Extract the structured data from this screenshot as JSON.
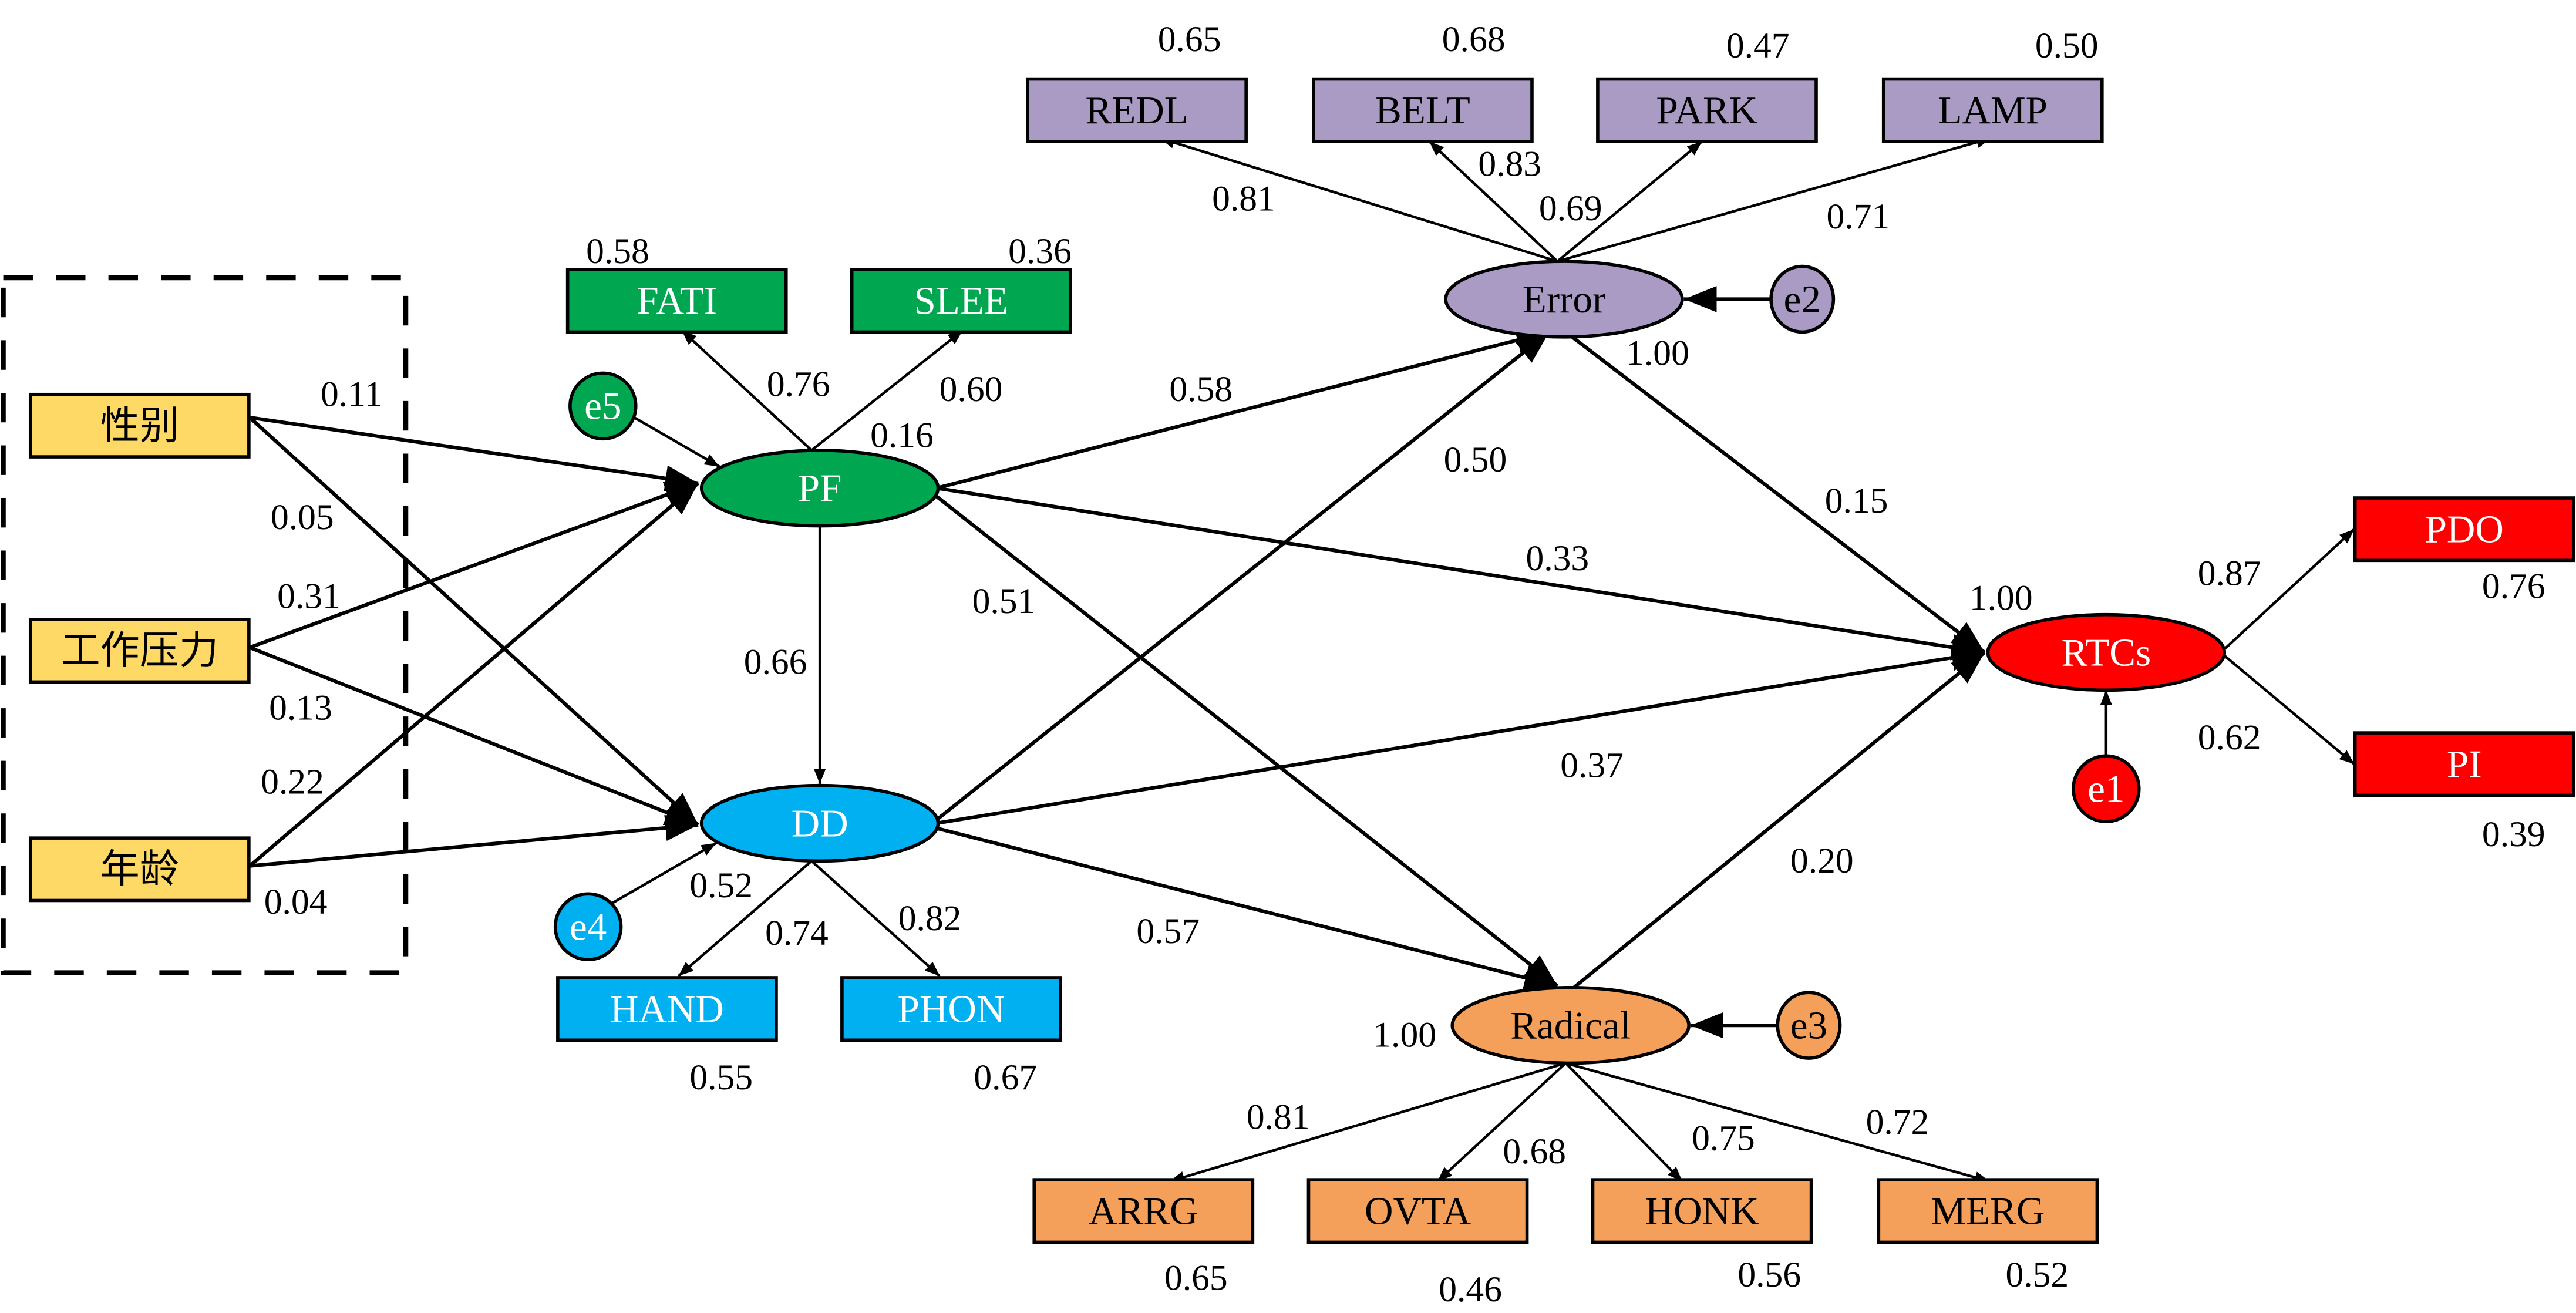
{
  "colors": {
    "control": "#FFD966",
    "pf": "#00A650",
    "dd": "#00B0F0",
    "error": "#A99BC4",
    "radical": "#F4A05A",
    "rtcs": "#FF0000",
    "stroke": "#000000"
  },
  "nodes": {
    "gender": {
      "label": "性别"
    },
    "work_pressure": {
      "label": "工作压力"
    },
    "age": {
      "label": "年龄"
    },
    "pf": {
      "label": "PF"
    },
    "dd": {
      "label": "DD"
    },
    "error": {
      "label": "Error"
    },
    "radical": {
      "label": "Radical"
    },
    "rtcs": {
      "label": "RTCs"
    },
    "e1": {
      "label": "e1"
    },
    "e2": {
      "label": "e2"
    },
    "e3": {
      "label": "e3"
    },
    "e4": {
      "label": "e4"
    },
    "e5": {
      "label": "e5"
    },
    "fati": {
      "label": "FATI",
      "r2": "0.58"
    },
    "slee": {
      "label": "SLEE",
      "r2": "0.36"
    },
    "hand": {
      "label": "HAND",
      "r2": "0.55"
    },
    "phon": {
      "label": "PHON",
      "r2": "0.67"
    },
    "redl": {
      "label": "REDL",
      "r2": "0.65"
    },
    "belt": {
      "label": "BELT",
      "r2": "0.68"
    },
    "park": {
      "label": "PARK",
      "r2": "0.47"
    },
    "lamp": {
      "label": "LAMP",
      "r2": "0.50"
    },
    "arrg": {
      "label": "ARRG",
      "r2": "0.65"
    },
    "ovta": {
      "label": "OVTA",
      "r2": "0.46"
    },
    "honk": {
      "label": "HONK",
      "r2": "0.56"
    },
    "merg": {
      "label": "MERG",
      "r2": "0.52"
    },
    "pdo": {
      "label": "PDO",
      "r2": "0.76"
    },
    "pi": {
      "label": "PI",
      "r2": "0.39"
    }
  },
  "latent_r2": {
    "pf": "0.16",
    "dd": "0.52",
    "error": "1.00",
    "radical": "1.00",
    "rtcs": "1.00"
  },
  "paths": [
    {
      "from": "gender",
      "to": "pf",
      "coef": "0.11"
    },
    {
      "from": "gender",
      "to": "dd",
      "coef": "0.05"
    },
    {
      "from": "work_pressure",
      "to": "pf",
      "coef": "0.31"
    },
    {
      "from": "work_pressure",
      "to": "dd",
      "coef": "0.13"
    },
    {
      "from": "age",
      "to": "pf",
      "coef": "0.22"
    },
    {
      "from": "age",
      "to": "dd",
      "coef": "0.04"
    },
    {
      "from": "pf",
      "to": "dd",
      "coef": "0.66"
    },
    {
      "from": "pf",
      "to": "error",
      "coef": "0.58"
    },
    {
      "from": "pf",
      "to": "rtcs",
      "coef": "0.33"
    },
    {
      "from": "pf",
      "to": "radical",
      "coef": "0.51"
    },
    {
      "from": "dd",
      "to": "error",
      "coef": "0.50"
    },
    {
      "from": "dd",
      "to": "rtcs",
      "coef": "0.37"
    },
    {
      "from": "dd",
      "to": "radical",
      "coef": "0.57"
    },
    {
      "from": "error",
      "to": "rtcs",
      "coef": "0.15"
    },
    {
      "from": "radical",
      "to": "rtcs",
      "coef": "0.20"
    },
    {
      "from": "pf",
      "to": "fati",
      "coef": "0.76"
    },
    {
      "from": "pf",
      "to": "slee",
      "coef": "0.60"
    },
    {
      "from": "dd",
      "to": "hand",
      "coef": "0.74"
    },
    {
      "from": "dd",
      "to": "phon",
      "coef": "0.82"
    },
    {
      "from": "error",
      "to": "redl",
      "coef": "0.81"
    },
    {
      "from": "error",
      "to": "belt",
      "coef": "0.83"
    },
    {
      "from": "error",
      "to": "park",
      "coef": "0.69"
    },
    {
      "from": "error",
      "to": "lamp",
      "coef": "0.71"
    },
    {
      "from": "radical",
      "to": "arrg",
      "coef": "0.81"
    },
    {
      "from": "radical",
      "to": "ovta",
      "coef": "0.68"
    },
    {
      "from": "radical",
      "to": "honk",
      "coef": "0.75"
    },
    {
      "from": "radical",
      "to": "merg",
      "coef": "0.72"
    },
    {
      "from": "rtcs",
      "to": "pdo",
      "coef": "0.87"
    },
    {
      "from": "rtcs",
      "to": "pi",
      "coef": "0.62"
    },
    {
      "from": "e1",
      "to": "rtcs",
      "coef": ""
    },
    {
      "from": "e2",
      "to": "error",
      "coef": ""
    },
    {
      "from": "e3",
      "to": "radical",
      "coef": ""
    },
    {
      "from": "e4",
      "to": "dd",
      "coef": ""
    },
    {
      "from": "e5",
      "to": "pf",
      "coef": ""
    }
  ]
}
